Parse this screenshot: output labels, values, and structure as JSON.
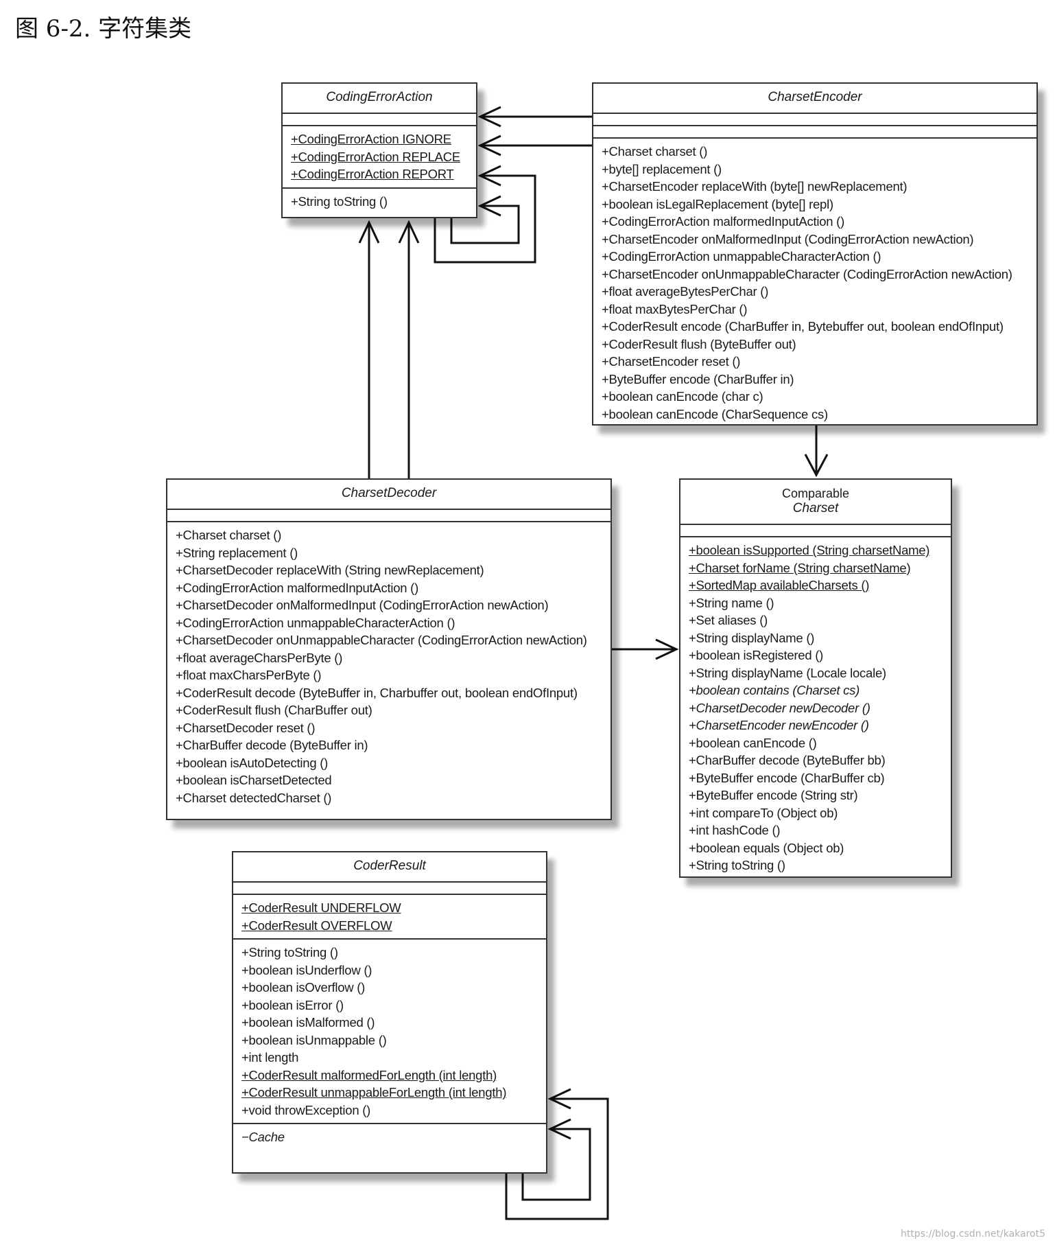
{
  "figure": {
    "title": "图 6-2. 字符集类"
  },
  "watermark": "https://blog.csdn.net/kakarot5",
  "classes": {
    "coding_error_action": {
      "name": "CodingErrorAction",
      "sections": [
        [],
        [
          {
            "text": "+CodingErrorAction IGNORE",
            "style": "u"
          },
          {
            "text": "+CodingErrorAction REPLACE",
            "style": "u"
          },
          {
            "text": "+CodingErrorAction REPORT",
            "style": "u"
          }
        ],
        [
          {
            "text": "+String toString ()"
          }
        ]
      ]
    },
    "charset_encoder": {
      "name": "CharsetEncoder",
      "sections": [
        [],
        [],
        [
          {
            "text": "+Charset charset ()"
          },
          {
            "text": "+byte[] replacement ()"
          },
          {
            "text": "+CharsetEncoder replaceWith (byte[] newReplacement)"
          },
          {
            "text": "+boolean isLegalReplacement (byte[] repl)"
          },
          {
            "text": "+CodingErrorAction malformedInputAction ()"
          },
          {
            "text": "+CharsetEncoder onMalformedInput (CodingErrorAction newAction)"
          },
          {
            "text": "+CodingErrorAction unmappableCharacterAction ()"
          },
          {
            "text": "+CharsetEncoder onUnmappableCharacter (CodingErrorAction newAction)"
          },
          {
            "text": "+float averageBytesPerChar ()"
          },
          {
            "text": "+float maxBytesPerChar ()"
          },
          {
            "text": "+CoderResult encode (CharBuffer in, Bytebuffer out, boolean endOfInput)"
          },
          {
            "text": "+CoderResult flush (ByteBuffer out)"
          },
          {
            "text": "+CharsetEncoder reset ()"
          },
          {
            "text": "+ByteBuffer encode (CharBuffer in)"
          },
          {
            "text": "+boolean canEncode (char c)"
          },
          {
            "text": "+boolean canEncode (CharSequence cs)"
          }
        ]
      ]
    },
    "charset_decoder": {
      "name": "CharsetDecoder",
      "sections": [
        [],
        [
          {
            "text": "+Charset charset ()"
          },
          {
            "text": "+String replacement ()"
          },
          {
            "text": "+CharsetDecoder replaceWith (String newReplacement)"
          },
          {
            "text": "+CodingErrorAction malformedInputAction ()"
          },
          {
            "text": "+CharsetDecoder onMalformedInput (CodingErrorAction newAction)"
          },
          {
            "text": "+CodingErrorAction unmappableCharacterAction ()"
          },
          {
            "text": "+CharsetDecoder onUnmappableCharacter (CodingErrorAction newAction)"
          },
          {
            "text": "+float averageCharsPerByte ()"
          },
          {
            "text": "+float maxCharsPerByte ()"
          },
          {
            "text": "+CoderResult decode (ByteBuffer in, Charbuffer out, boolean endOfInput)"
          },
          {
            "text": "+CoderResult flush (CharBuffer out)"
          },
          {
            "text": "+CharsetDecoder reset ()"
          },
          {
            "text": "+CharBuffer decode (ByteBuffer in)"
          },
          {
            "text": "+boolean isAutoDetecting ()"
          },
          {
            "text": "+boolean isCharsetDetected"
          },
          {
            "text": "+Charset detectedCharset ()"
          }
        ]
      ]
    },
    "charset": {
      "stereotype": "Comparable",
      "name": "Charset",
      "sections": [
        [],
        [
          {
            "text": "+boolean isSupported (String charsetName)",
            "style": "u"
          },
          {
            "text": "+Charset forName (String charsetName)",
            "style": "u"
          },
          {
            "text": "+SortedMap availableCharsets ()",
            "style": "u"
          },
          {
            "text": "+String name ()"
          },
          {
            "text": "+Set aliases ()"
          },
          {
            "text": "+String displayName ()"
          },
          {
            "text": "+boolean isRegistered ()"
          },
          {
            "text": "+String displayName (Locale locale)"
          },
          {
            "text": "+boolean contains (Charset cs)",
            "style": "i"
          },
          {
            "text": "+CharsetDecoder newDecoder ()",
            "style": "i"
          },
          {
            "text": "+CharsetEncoder newEncoder ()",
            "style": "i"
          },
          {
            "text": "+boolean canEncode ()"
          },
          {
            "text": "+CharBuffer decode (ByteBuffer bb)"
          },
          {
            "text": "+ByteBuffer encode (CharBuffer cb)"
          },
          {
            "text": "+ByteBuffer encode (String str)"
          },
          {
            "text": "+int compareTo (Object ob)"
          },
          {
            "text": "+int hashCode ()"
          },
          {
            "text": "+boolean equals (Object ob)"
          },
          {
            "text": "+String toString ()"
          }
        ]
      ]
    },
    "coder_result": {
      "name": "CoderResult",
      "sections": [
        [],
        [
          {
            "text": "+CoderResult UNDERFLOW",
            "style": "u"
          },
          {
            "text": "+CoderResult OVERFLOW",
            "style": "u"
          }
        ],
        [
          {
            "text": "+String toString ()"
          },
          {
            "text": "+boolean isUnderflow ()"
          },
          {
            "text": "+boolean isOverflow ()"
          },
          {
            "text": "+boolean isError ()"
          },
          {
            "text": "+boolean isMalformed ()"
          },
          {
            "text": "+boolean isUnmappable ()"
          },
          {
            "text": "+int length"
          },
          {
            "text": "+CoderResult malformedForLength (int length)",
            "style": "u"
          },
          {
            "text": "+CoderResult unmappableForLength (int length)",
            "style": "u"
          },
          {
            "text": "+void throwException ()"
          }
        ],
        [
          {
            "text": "−Cache",
            "style": "i"
          }
        ]
      ]
    }
  }
}
